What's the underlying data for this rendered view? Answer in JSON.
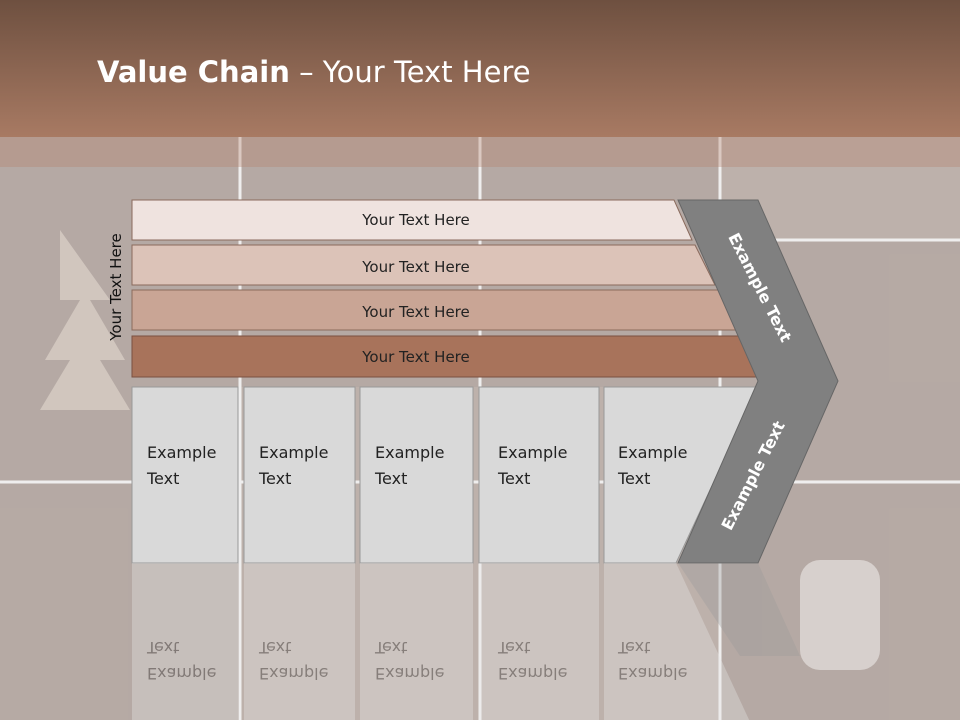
{
  "title": {
    "bold": "Value Chain",
    "rest": " – Your Text Here"
  },
  "side_label": "Your Text Here",
  "bars": [
    {
      "label": "Your Text Here",
      "color": "#efe3df"
    },
    {
      "label": "Your Text Here",
      "color": "#dcc3b8"
    },
    {
      "label": "Your Text Here",
      "color": "#c9a595"
    },
    {
      "label": "Your Text Here",
      "color": "#a8735b"
    }
  ],
  "columns": [
    {
      "line1": "Example",
      "line2": "Text"
    },
    {
      "line1": "Example",
      "line2": "Text"
    },
    {
      "line1": "Example",
      "line2": "Text"
    },
    {
      "line1": "Example",
      "line2": "Text"
    },
    {
      "line1": "Example",
      "line2": "Text"
    }
  ],
  "chevron": {
    "upper": "Example Text",
    "lower": "Example Text",
    "color": "#808080"
  },
  "colors": {
    "header": "#a87a63",
    "column_fill": "#d9d9d9"
  }
}
